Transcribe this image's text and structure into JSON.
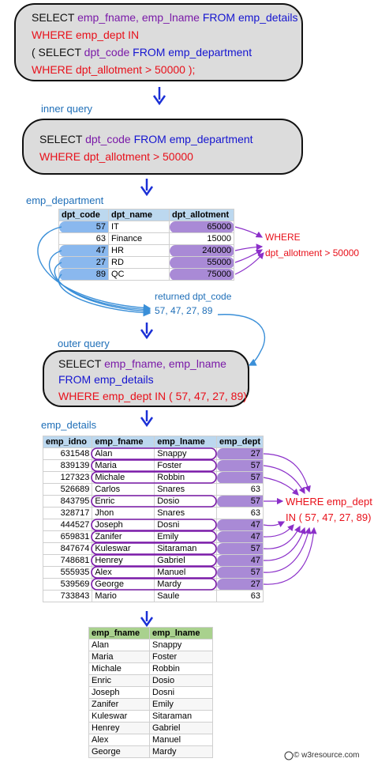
{
  "query_full": {
    "line1_a": "SELECT",
    "line1_b": "emp_fname, emp_lname",
    "line1_c": "FROM emp_details",
    "line2": "WHERE emp_dept IN",
    "line3_a": "( SELECT",
    "line3_b": "dpt_code",
    "line3_c": "FROM emp_department",
    "line4": "WHERE dpt_allotment > 50000 );"
  },
  "inner_label": "inner query",
  "inner_query": {
    "line1_a": "SELECT",
    "line1_b": "dpt_code",
    "line1_c": "FROM emp_department",
    "line2": "WHERE dpt_allotment > 50000"
  },
  "dept_label": "emp_department",
  "dept_table": {
    "headers": [
      "dpt_code",
      "dpt_name",
      "dpt_allotment"
    ],
    "rows": [
      [
        "57",
        "IT",
        "65000"
      ],
      [
        "63",
        "Finance",
        "15000"
      ],
      [
        "47",
        "HR",
        "240000"
      ],
      [
        "27",
        "RD",
        "55000"
      ],
      [
        "89",
        "QC",
        "75000"
      ]
    ]
  },
  "where_note": {
    "line1": "WHERE",
    "line2": "dpt_allotment > 50000"
  },
  "returned": {
    "label": "returned dpt_code",
    "values": "57, 47, 27, 89"
  },
  "outer_label": "outer query",
  "outer_query": {
    "line1_a": "SELECT",
    "line1_b": "emp_fname, emp_lname",
    "line2": "FROM emp_details",
    "line3": "WHERE emp_dept IN ( 57, 47, 27, 89)"
  },
  "details_label": "emp_details",
  "details_table": {
    "headers": [
      "emp_idno",
      "emp_fname",
      "emp_lname",
      "emp_dept"
    ],
    "rows": [
      [
        "631548",
        "Alan",
        "Snappy",
        "27"
      ],
      [
        "839139",
        "Maria",
        "Foster",
        "57"
      ],
      [
        "127323",
        "Michale",
        "Robbin",
        "57"
      ],
      [
        "526689",
        "Carlos",
        "Snares",
        "63"
      ],
      [
        "843795",
        "Enric",
        "Dosio",
        "57"
      ],
      [
        "328717",
        "Jhon",
        "Snares",
        "63"
      ],
      [
        "444527",
        "Joseph",
        "Dosni",
        "47"
      ],
      [
        "659831",
        "Zanifer",
        "Emily",
        "47"
      ],
      [
        "847674",
        "Kuleswar",
        "Sitaraman",
        "57"
      ],
      [
        "748681",
        "Henrey",
        "Gabriel",
        "47"
      ],
      [
        "555935",
        "Alex",
        "Manuel",
        "57"
      ],
      [
        "539569",
        "George",
        "Mardy",
        "27"
      ],
      [
        "733843",
        "Mario",
        "Saule",
        "63"
      ]
    ]
  },
  "where_in_note": {
    "line1": "WHERE emp_dept",
    "line2": "IN ( 57, 47, 27, 89)"
  },
  "result_table": {
    "headers": [
      "emp_fname",
      "emp_lname"
    ],
    "rows": [
      [
        "Alan",
        "Snappy"
      ],
      [
        "Maria",
        "Foster"
      ],
      [
        "Michale",
        "Robbin"
      ],
      [
        "Enric",
        "Dosio"
      ],
      [
        "Joseph",
        "Dosni"
      ],
      [
        "Zanifer",
        "Emily"
      ],
      [
        "Kuleswar",
        "Sitaraman"
      ],
      [
        "Henrey",
        "Gabriel"
      ],
      [
        "Alex",
        "Manuel"
      ],
      [
        "George",
        "Mardy"
      ]
    ]
  },
  "watermark": "© w3resource.com"
}
